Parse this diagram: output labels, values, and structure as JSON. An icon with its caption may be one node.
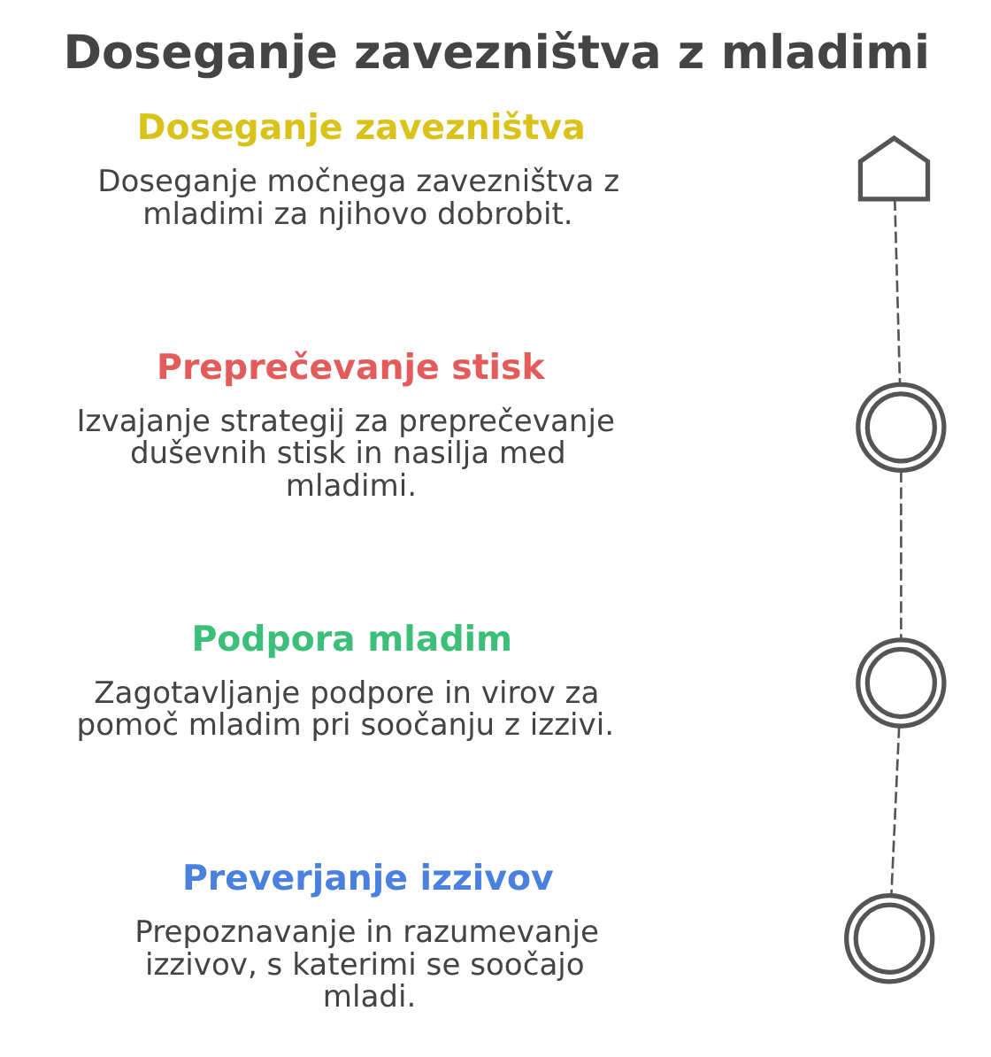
{
  "diagram": {
    "title": "Doseganje zavezništva z mladimi",
    "nodes": [
      {
        "text": [
          "Doseganje zavezništva",
          "Doseganje močnega zavezništva z mladimi za njihovo dobrobit."
        ]
      },
      {
        "text": [],
        "shape": "rocket"
      },
      {
        "text": [
          "Preprečevanje stisk",
          "Izvajanje strategij za preprečevanje duševnih stisk in nasilja med mladimi."
        ]
      },
      {
        "text": [],
        "shape": "pin"
      },
      {
        "text": [
          "Podpora mladim",
          "Zagotavljanje podpore in virov za pomoč mladim pri soočanju z izzivi."
        ]
      },
      {
        "text": [],
        "shape": "pin"
      },
      {
        "text": [
          "Preverjanje izzivov",
          "Prepoznavanje in razumevanje izzivov, s katerimi se soočajo mladi."
        ]
      },
      {
        "text": [],
        "shape": "pin"
      }
    ],
    "edges": [
      {
        "from": 1,
        "to": 3,
        "arrow": "none",
        "style": "dashed"
      },
      {
        "from": 3,
        "to": 5,
        "arrow": "none",
        "style": "dashed"
      },
      {
        "from": 5,
        "to": 7,
        "arrow": "none",
        "style": "dashed"
      }
    ]
  }
}
